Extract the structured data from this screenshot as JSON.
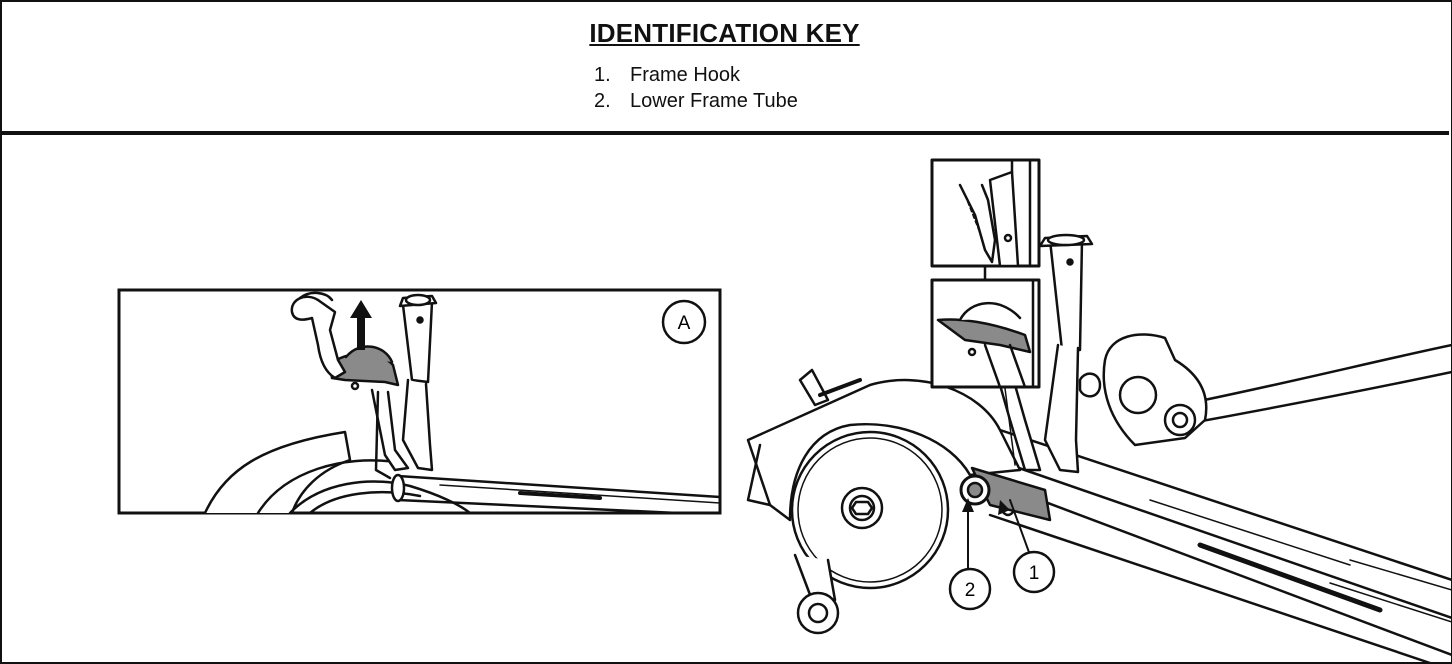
{
  "identification_key": {
    "title": "IDENTIFICATION KEY",
    "items": [
      {
        "number": "1.",
        "label": "Frame Hook"
      },
      {
        "number": "2.",
        "label": "Lower Frame Tube"
      }
    ]
  },
  "detail_view": {
    "label": "A"
  },
  "callouts": [
    {
      "number": "1"
    },
    {
      "number": "2"
    }
  ]
}
